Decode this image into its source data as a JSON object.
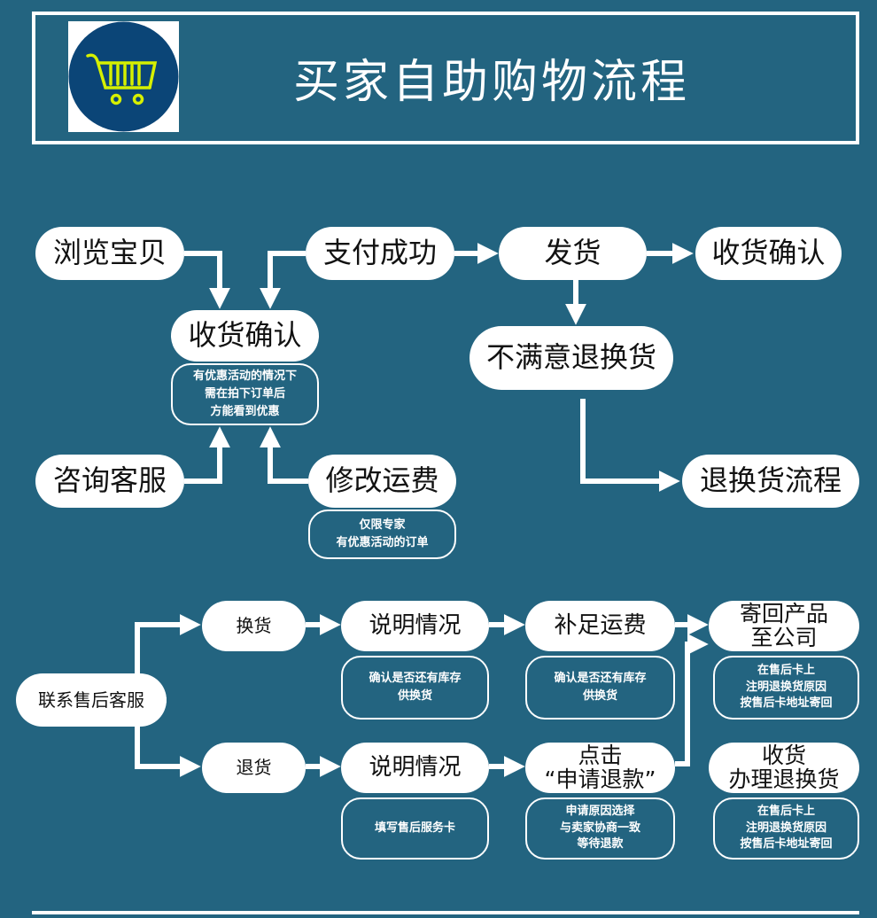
{
  "title": "买家自助购物流程",
  "colors": {
    "background": "#236480",
    "logo_circle": "#0b4577",
    "cart": "#d6f000"
  },
  "top_flow": {
    "browse": "浏览宝贝",
    "pay": "支付成功",
    "ship": "发货",
    "confirm_right": "收货确认",
    "confirm_center": "收货确认",
    "confirm_note": [
      "有优惠活动的情况下",
      "需在拍下订单后",
      "方能看到优惠"
    ],
    "unsatisfied": "不满意退换货",
    "consult": "咨询客服",
    "modify_fee": "修改运费",
    "modify_note": [
      "仅限专家",
      "有优惠活动的订单"
    ],
    "return_flow": "退换货流程"
  },
  "after_sales": {
    "contact": "联系售后客服",
    "exchange": "换货",
    "refund": "退货",
    "explain_top": "说明情况",
    "explain_top_note": [
      "确认是否还有库存",
      "供换货"
    ],
    "explain_bottom": "说明情况",
    "explain_bottom_note": [
      "填写售后服务卡"
    ],
    "pay_fee": "补足运费",
    "pay_fee_note": [
      "确认是否还有库存",
      "供换货"
    ],
    "apply_refund": [
      "点击",
      "“申请退款”"
    ],
    "apply_refund_note": [
      "申请原因选择",
      "与卖家协商一致",
      "等待退款"
    ],
    "send_back": [
      "寄回产品",
      "至公司"
    ],
    "send_back_note": [
      "在售后卡上",
      "注明退换货原因",
      "按售后卡地址寄回"
    ],
    "receive": [
      "收货",
      "办理退换货"
    ],
    "receive_note": [
      "在售后卡上",
      "注明退换货原因",
      "按售后卡地址寄回"
    ]
  }
}
